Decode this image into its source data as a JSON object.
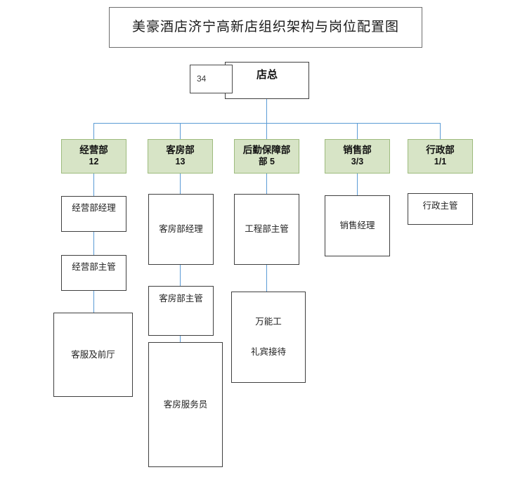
{
  "chart": {
    "title": "美豪酒店济宁高新店组织架构与岗位配置图",
    "type": "org-chart",
    "accent_line_color": "#5b9bd5",
    "department_fill_color": "#d7e4c6",
    "department_border_color": "#9dbb7d",
    "box_border_color": "#3f3f3f"
  },
  "root": {
    "headcount": "34",
    "label": "店总"
  },
  "departments": [
    {
      "name": "经营部",
      "count": "12",
      "roles": [
        {
          "label": "经营部经理"
        },
        {
          "label": "经营部主管"
        },
        {
          "label": "客服及前厅"
        }
      ]
    },
    {
      "name": "客房部",
      "count": "13",
      "roles": [
        {
          "label": "客房部经理"
        },
        {
          "label": "客房部主管"
        },
        {
          "label": "客房服务员"
        }
      ]
    },
    {
      "name": "后勤保障部",
      "count": "部 5",
      "roles": [
        {
          "label": "工程部主管"
        },
        {
          "label": "万能工",
          "label2": "礼宾接待"
        }
      ]
    },
    {
      "name": "销售部",
      "count": "3/3",
      "roles": [
        {
          "label": "销售经理"
        }
      ]
    },
    {
      "name": "行政部",
      "count": "1/1",
      "roles": [
        {
          "label": "行政主管"
        }
      ]
    }
  ]
}
